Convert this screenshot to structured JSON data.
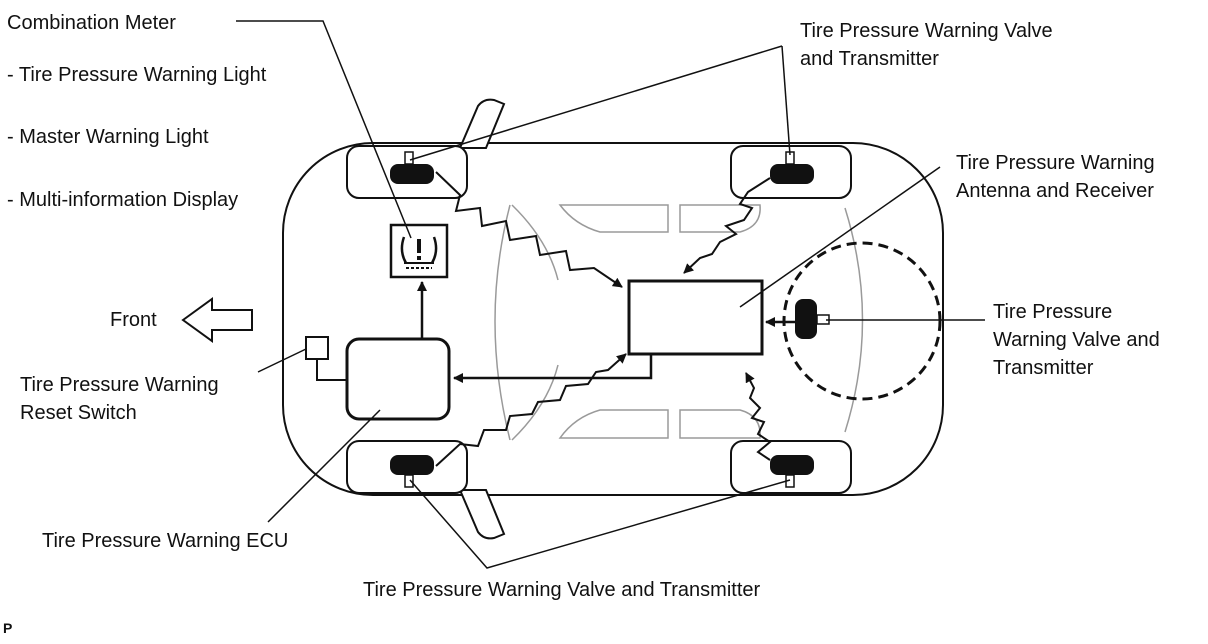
{
  "labels": {
    "combination_meter": "Combination Meter",
    "tpw_light": "- Tire Pressure Warning Light",
    "master_warning": "- Master Warning Light",
    "multi_info": "- Multi-information Display",
    "front": "Front",
    "reset_switch_1": "Tire Pressure Warning",
    "reset_switch_2": "Reset Switch",
    "ecu": "Tire Pressure Warning ECU",
    "valve_top_1": "Tire Pressure Warning Valve",
    "valve_top_2": "and Transmitter",
    "antenna_1": "Tire Pressure Warning",
    "antenna_2": "Antenna and Receiver",
    "valve_spare_1": "Tire Pressure",
    "valve_spare_2": "Warning Valve and",
    "valve_spare_3": "Transmitter",
    "valve_bottom": "Tire Pressure Warning Valve and Transmitter",
    "corner_mark": "P"
  },
  "icons": {
    "warning_lamp": "tire-pressure-warning-lamp-icon",
    "front_arrow": "front-arrow-icon"
  },
  "colors": {
    "line": "#111111",
    "light_line": "#9a9a9a",
    "background": "#ffffff"
  }
}
